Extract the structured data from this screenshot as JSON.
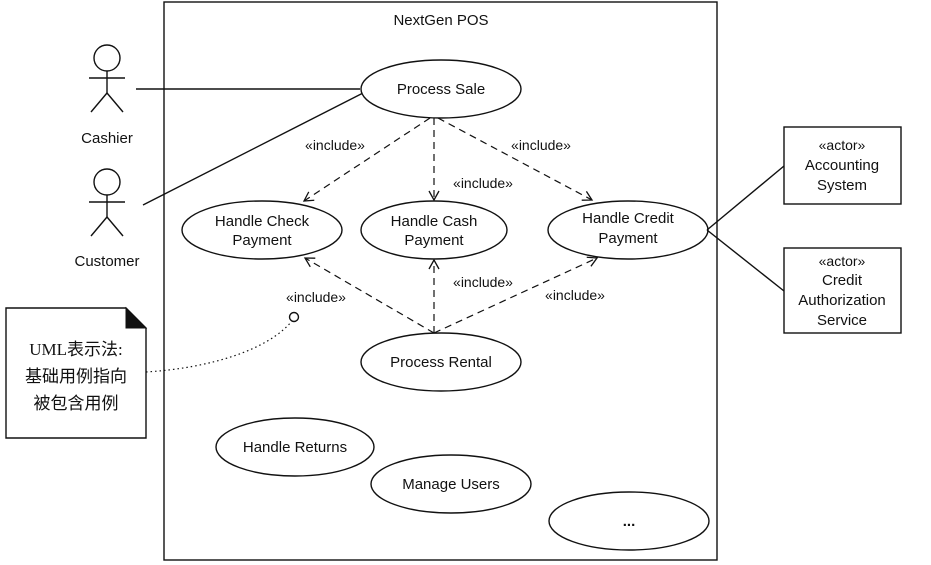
{
  "system": {
    "name": "NextGen POS"
  },
  "actors": {
    "cashier": "Cashier",
    "customer": "Customer"
  },
  "external_actors": {
    "accounting": {
      "stereotype": "«actor»",
      "line1": "Accounting",
      "line2": "System"
    },
    "credit_auth": {
      "stereotype": "«actor»",
      "line1": "Credit",
      "line2": "Authorization",
      "line3": "Service"
    }
  },
  "use_cases": {
    "process_sale": "Process Sale",
    "check_payment": {
      "line1": "Handle Check",
      "line2": "Payment"
    },
    "cash_payment": {
      "line1": "Handle Cash",
      "line2": "Payment"
    },
    "credit_payment": {
      "line1": "Handle Credit",
      "line2": "Payment"
    },
    "process_rental": "Process Rental",
    "handle_returns": "Handle Returns",
    "manage_users": "Manage Users",
    "more": "..."
  },
  "include_label": "«include»",
  "note": {
    "line1": "UML表示法:",
    "line2": "基础用例指向",
    "line3": "被包含用例"
  }
}
